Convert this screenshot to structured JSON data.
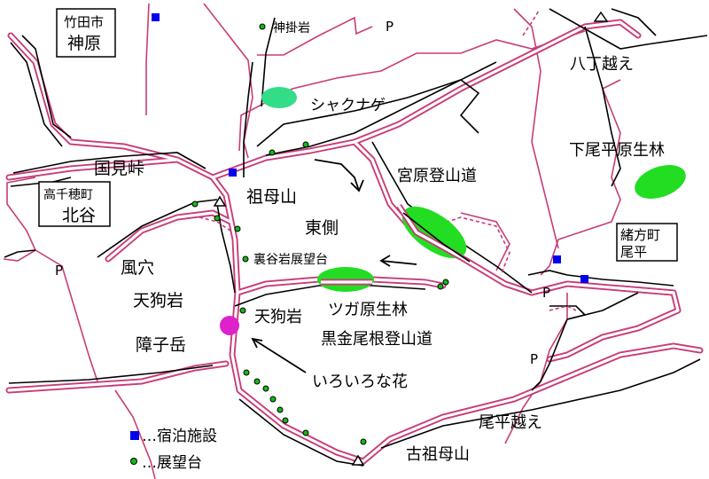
{
  "map": {
    "places": {
      "takeda_city": "竹田市",
      "kanbaru": "神原",
      "takachiho_town": "高千穂町",
      "kitadani": "北谷",
      "ogata_town": "緒方町",
      "obira": "尾平",
      "kunimi_pass": "国見峠",
      "sobosan": "祖母山",
      "east_side": "東側",
      "kamikake_rock": "神掛岩",
      "shakunage": "シャクナゲ",
      "hatcho_pass": "八丁越え",
      "shimo_obira_forest": "下尾平原生林",
      "miyahara_trail": "宮原登山道",
      "uratani_view": "裏谷岩展望台",
      "fuketsu": "風穴",
      "tengu_rock_west": "天狗岩",
      "tengu_rock": "天狗岩",
      "tsuga_forest": "ツガ原生林",
      "kurogane_trail": "黒金尾根登山道",
      "shoji_peak": "障子岳",
      "various_flowers": "いろいろな花",
      "obira_pass": "尾平越え",
      "furu_sobosan": "古祖母山"
    },
    "parking_label": "P",
    "legend": {
      "lodging": "…宿泊施設",
      "viewpoint": "…展望台"
    },
    "colors": {
      "road": "#c83c78",
      "path": "#000000",
      "forest": "#22dd22",
      "shakunage": "#33dd88",
      "flower": "#dd22cc",
      "lodging": "#0000ee",
      "viewpoint": "#11bb11"
    }
  }
}
